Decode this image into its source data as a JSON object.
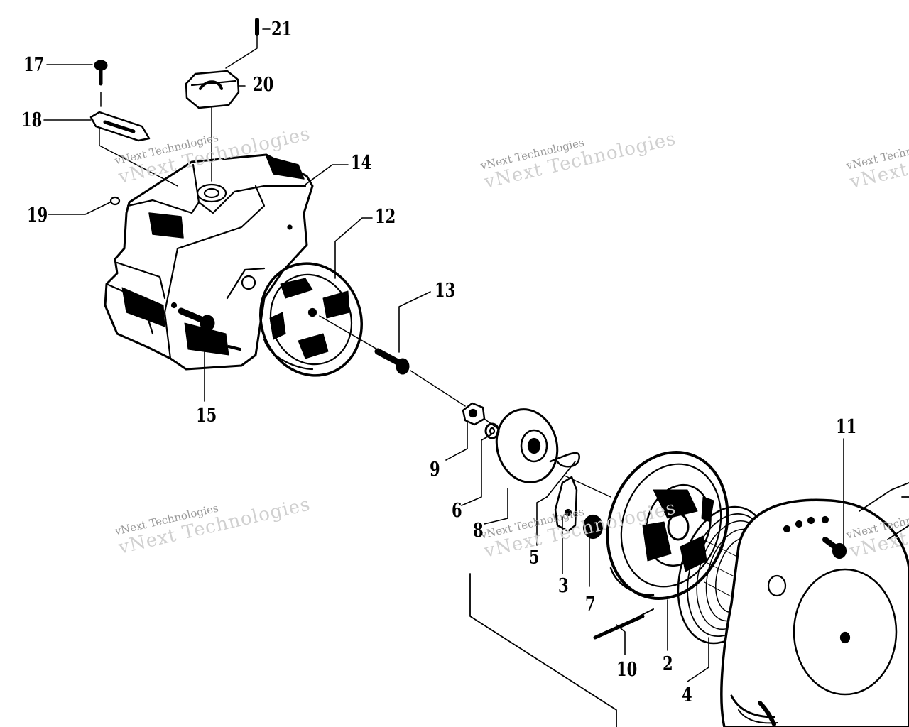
{
  "callouts": {
    "p2": "2",
    "p3": "3",
    "p4": "4",
    "p5": "5",
    "p6": "6",
    "p7": "7",
    "p8": "8",
    "p9": "9",
    "p10": "10",
    "p11": "11",
    "p12": "12",
    "p13": "13",
    "p14": "14",
    "p15": "15",
    "p17": "17",
    "p18": "18",
    "p19": "19",
    "p20": "20",
    "p21": "21"
  },
  "watermark": {
    "line1": "vNext Technologies",
    "line2": "vNext Technologies"
  },
  "colors": {
    "ink": "#000000",
    "watermark": "#bdbdbd",
    "paper": "#ffffff"
  }
}
